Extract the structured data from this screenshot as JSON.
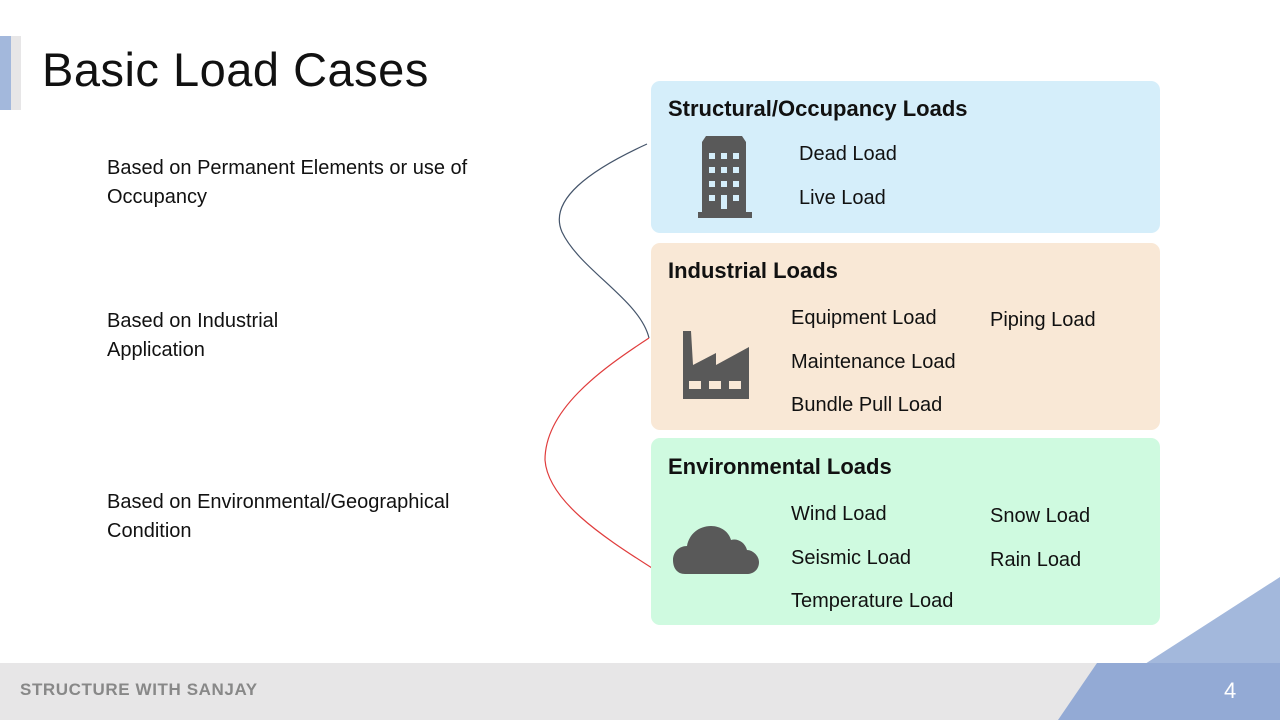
{
  "slide": {
    "title": "Basic Load Cases",
    "page_number": "4",
    "footer_brand": "STRUCTURE WITH SANJAY"
  },
  "descriptions": [
    {
      "line1": "Based on Permanent Elements or use of",
      "line2": "Occupancy"
    },
    {
      "line1": "Based on Industrial",
      "line2": "Application"
    },
    {
      "line1": "Based on Environmental/Geographical",
      "line2": "Condition"
    }
  ],
  "cards": [
    {
      "title": "Structural/Occupancy Loads",
      "icon": "building-icon",
      "color": "#d5eefa",
      "items": [
        "Dead Load",
        "Live Load"
      ]
    },
    {
      "title": "Industrial Loads",
      "icon": "factory-icon",
      "color": "#f9e8d6",
      "items": [
        "Equipment Load",
        "Maintenance Load",
        "Bundle Pull Load",
        "Piping Load"
      ]
    },
    {
      "title": "Environmental Loads",
      "icon": "cloud-icon",
      "color": "#cffae0",
      "items": [
        "Wind Load",
        "Seismic Load",
        "Temperature Load",
        "Snow Load",
        "Rain Load"
      ]
    }
  ],
  "colors": {
    "connector_top": "#44546a",
    "connector_bottom": "#e03c3c",
    "accent": "#a3b8dc",
    "icon": "#595959"
  }
}
